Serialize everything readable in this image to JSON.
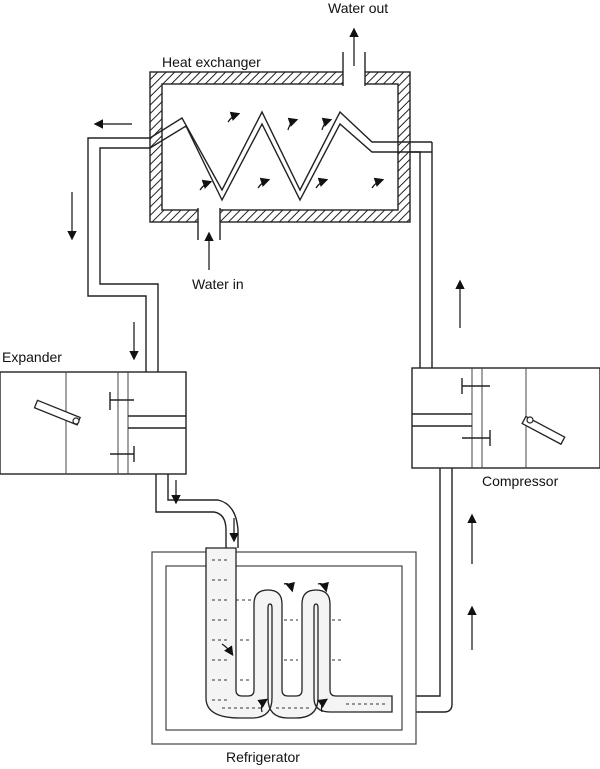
{
  "labels": {
    "water_out": "Water out",
    "heat_exchanger": "Heat exchanger",
    "water_in": "Water in",
    "expander": "Expander",
    "compressor": "Compressor",
    "refrigerator": "Refrigerator"
  }
}
